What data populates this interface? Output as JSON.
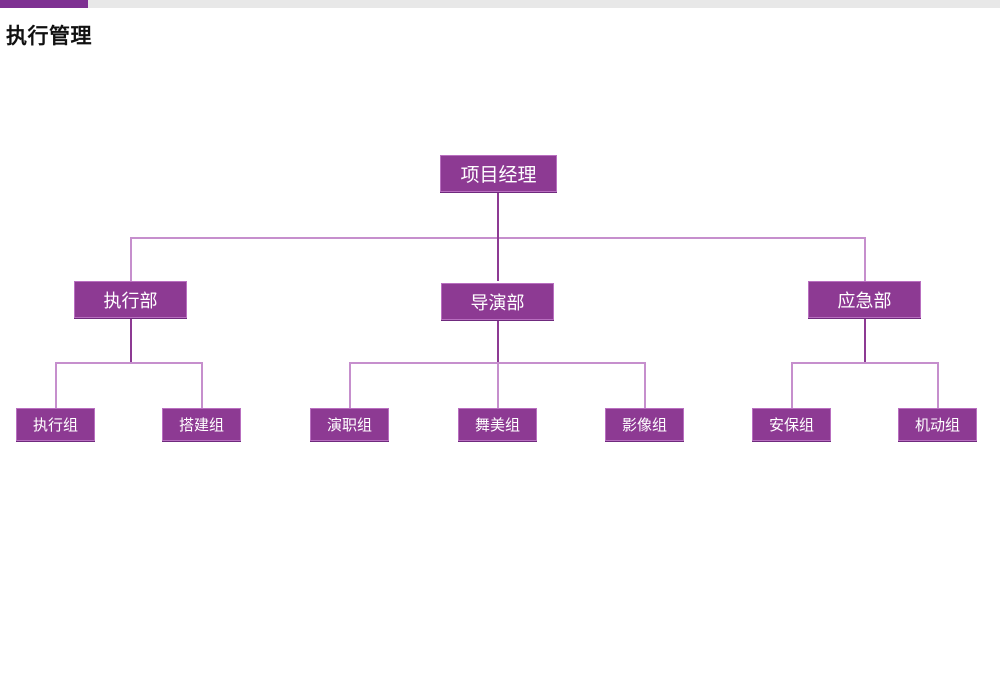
{
  "header": {
    "title": "执行管理",
    "accent_color": "#7e3192",
    "rule_color": "#e8e8e8"
  },
  "theme": {
    "node_fill": "#8d3a93",
    "node_border": "#b96fc0",
    "node_text": "#ffffff",
    "connector": "#c68fcd",
    "connector_strong": "#8d3a93"
  },
  "chart_data": {
    "type": "diagram",
    "title": "执行管理",
    "layout": "org-chart-tree",
    "levels": 3,
    "root": {
      "id": "root",
      "label": "项目经理"
    },
    "departments": [
      {
        "id": "dept-exec",
        "label": "执行部",
        "teams": [
          {
            "id": "team-exec",
            "label": "执行组"
          },
          {
            "id": "team-build",
            "label": "搭建组"
          }
        ]
      },
      {
        "id": "dept-director",
        "label": "导演部",
        "teams": [
          {
            "id": "team-cast",
            "label": "演职组"
          },
          {
            "id": "team-stage",
            "label": "舞美组"
          },
          {
            "id": "team-video",
            "label": "影像组"
          }
        ]
      },
      {
        "id": "dept-emergency",
        "label": "应急部",
        "teams": [
          {
            "id": "team-security",
            "label": "安保组"
          },
          {
            "id": "team-mobile",
            "label": "机动组"
          }
        ]
      }
    ]
  }
}
